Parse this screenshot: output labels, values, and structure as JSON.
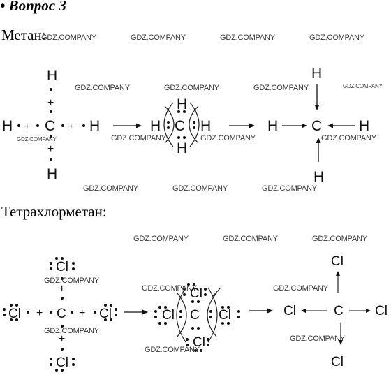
{
  "question_title": "• Вопрос 3",
  "methane": {
    "title": "Метан:",
    "h": "H",
    "c": "C",
    "plus": "+"
  },
  "tetrachloromethane": {
    "title": "Тетрахлорметан:",
    "cl": "Cl",
    "c": "C",
    "plus": "+"
  },
  "watermark": "GDZ.COMPANY"
}
